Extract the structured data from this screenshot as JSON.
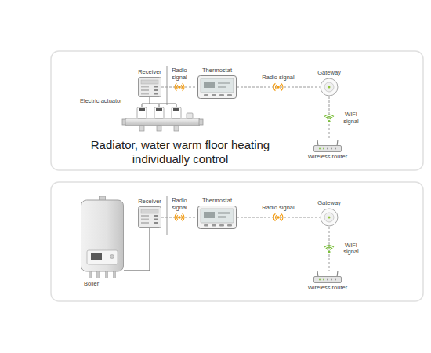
{
  "diagram": {
    "nodes": [
      {
        "text": [
          "Receiver"
        ]
      },
      {
        "text": [
          "Thermostat"
        ]
      },
      {
        "text": [
          "Gateway"
        ]
      },
      {
        "text": [
          "Wireless router"
        ]
      },
      {
        "text": [
          "Boiler"
        ]
      },
      {
        "text": [
          "Receiver"
        ]
      },
      {
        "text": [
          "Thermostat"
        ]
      },
      {
        "text": [
          "Gateway"
        ]
      },
      {
        "text": [
          "Wireless router"
        ]
      }
    ],
    "edges": [
      {
        "from": 0,
        "to": 1,
        "label": "Radio signal",
        "arrow": "none"
      },
      {
        "from": 1,
        "to": 2,
        "label": "Radio signal",
        "arrow": "none"
      },
      {
        "from": 2,
        "to": 3,
        "label": "WIFI signal",
        "arrow": "none"
      },
      {
        "from": 4,
        "to": 5,
        "arrow": "none"
      },
      {
        "from": 5,
        "to": 6,
        "label": "Radio signal",
        "arrow": "none"
      },
      {
        "from": 6,
        "to": 7,
        "label": "Radio signal",
        "arrow": "none"
      },
      {
        "from": 7,
        "to": 8,
        "label": "WIFI signal",
        "arrow": "none"
      }
    ],
    "labels": [
      "Electric actuator",
      "Radiator, water warm floor heating individually control"
    ]
  }
}
